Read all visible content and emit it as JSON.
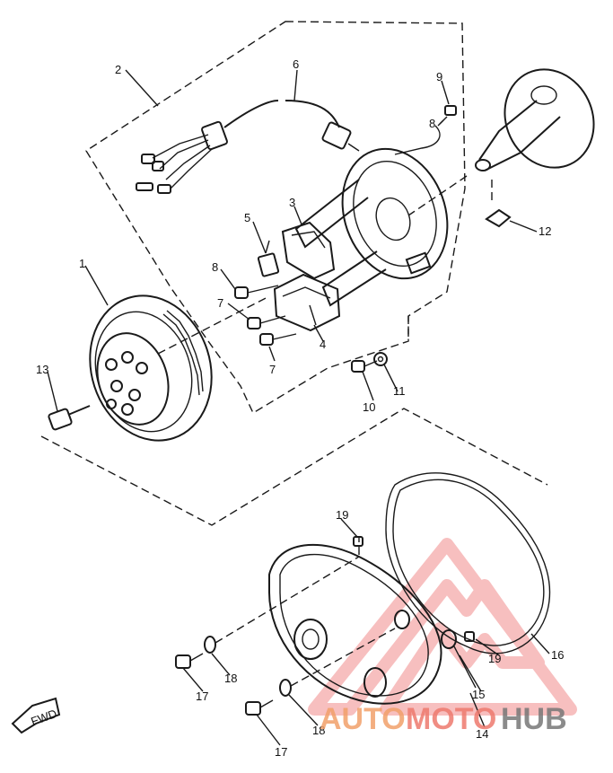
{
  "callouts": {
    "c1": "1",
    "c2": "2",
    "c3": "3",
    "c4": "4",
    "c5": "5",
    "c6": "6",
    "c7a": "7",
    "c7b": "7",
    "c8a": "8",
    "c8b": "8",
    "c9": "9",
    "c10": "10",
    "c11": "11",
    "c12": "12",
    "c13": "13",
    "c14": "14",
    "c15": "15",
    "c16": "16",
    "c17a": "17",
    "c17b": "17",
    "c18a": "18",
    "c18b": "18",
    "c19a": "19",
    "c19b": "19"
  },
  "fwd_label": "FWD",
  "watermark": {
    "auto": "AUTO",
    "moto": "MOTO",
    "hub": "HUB",
    "colors": {
      "auto": "#f2a06b",
      "moto": "#ee7a6e",
      "hub": "#777777",
      "triangle": "#f08a8a"
    }
  }
}
